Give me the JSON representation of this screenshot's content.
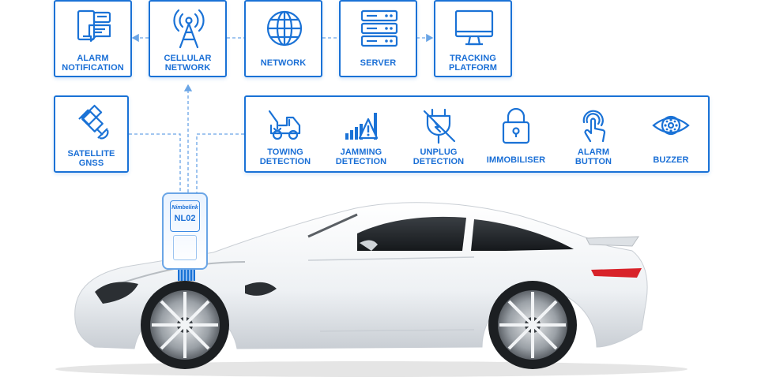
{
  "top_row": [
    {
      "id": "alarm_notification",
      "label": "ALARM\nNOTIFICATION",
      "icon": "phone-chat-icon"
    },
    {
      "id": "cellular_network",
      "label": "CELLULAR\nNETWORK",
      "icon": "antenna-tower-icon"
    },
    {
      "id": "network",
      "label": "NETWORK",
      "icon": "globe-icon"
    },
    {
      "id": "server",
      "label": "SERVER",
      "icon": "server-rack-icon"
    },
    {
      "id": "tracking_platform",
      "label": "TRACKING\nPLATFORM",
      "icon": "monitor-icon"
    }
  ],
  "gnss": {
    "label": "SATELLITE\nGNSS",
    "icon": "satellite-icon"
  },
  "features": [
    {
      "label": "TOWING\nDETECTION",
      "icon": "tow-truck-icon"
    },
    {
      "label": "JAMMING\nDETECTION",
      "icon": "signal-warning-icon"
    },
    {
      "label": "UNPLUG\nDETECTION",
      "icon": "unplug-icon"
    },
    {
      "label": "IMMOBILISER",
      "icon": "padlock-icon"
    },
    {
      "label": "ALARM\nBUTTON",
      "icon": "press-button-icon"
    },
    {
      "label": "BUZZER",
      "icon": "buzzer-icon"
    }
  ],
  "device": {
    "brand": "Nimbelink",
    "model": "NL02"
  },
  "colors": {
    "accent": "#1a72d6",
    "line": "#6aa5e6",
    "car_body": "#f2f4f6",
    "car_shadow": "#c9ced4",
    "taillight": "#d8232a"
  }
}
